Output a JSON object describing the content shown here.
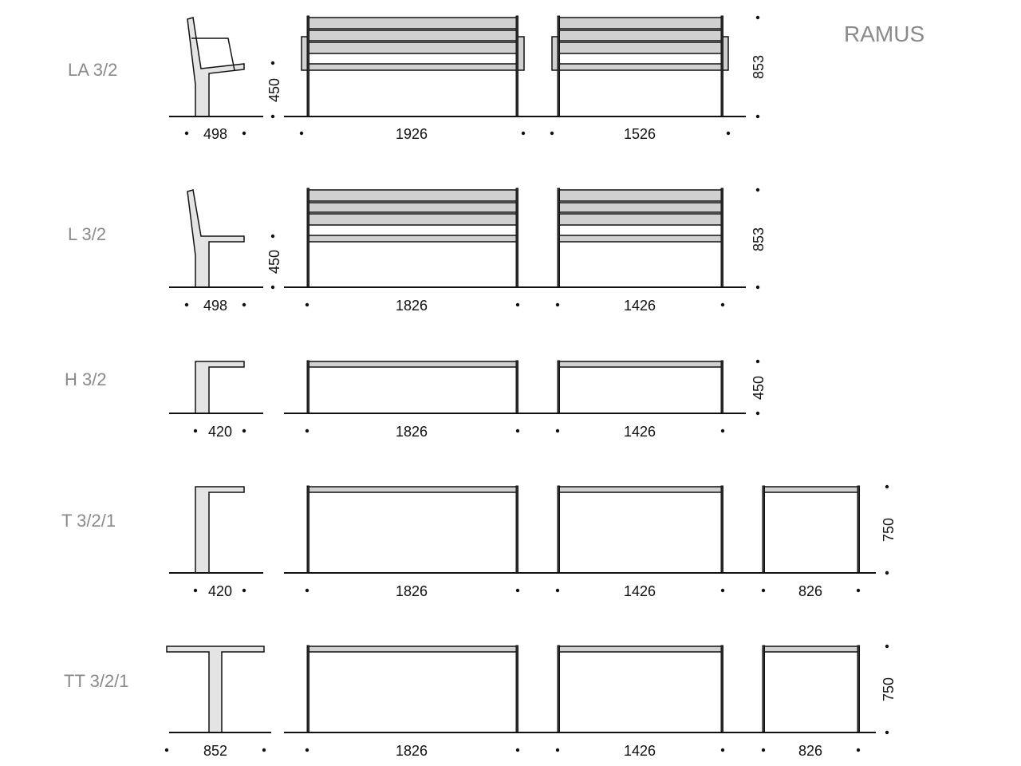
{
  "title": "RAMUS",
  "rows": [
    {
      "model": "LA 3/2",
      "depth": "498",
      "height_seat": "450",
      "height_total": "853",
      "widths": [
        "1926",
        "1526"
      ]
    },
    {
      "model": "L 3/2",
      "depth": "498",
      "height_seat": "450",
      "height_total": "853",
      "widths": [
        "1826",
        "1426"
      ]
    },
    {
      "model": "H 3/2",
      "depth": "420",
      "height_total": "450",
      "widths": [
        "1826",
        "1426"
      ]
    },
    {
      "model": "T 3/2/1",
      "depth": "420",
      "height_total": "750",
      "widths": [
        "1826",
        "1426",
        "826"
      ]
    },
    {
      "model": "TT 3/2/1",
      "depth": "852",
      "height_total": "750",
      "widths": [
        "1826",
        "1426",
        "826"
      ]
    }
  ]
}
